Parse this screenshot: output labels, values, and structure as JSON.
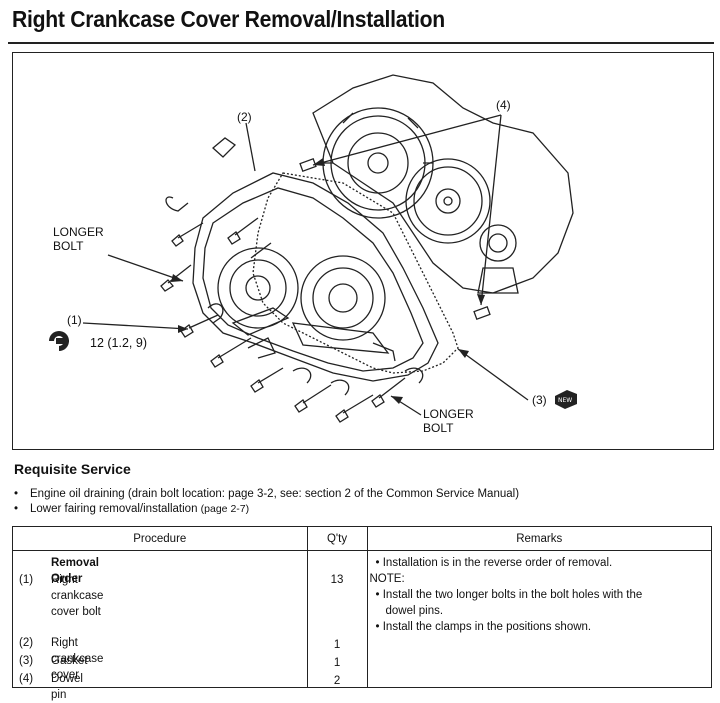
{
  "page": {
    "title": "Right Crankcase Cover Removal/Installation"
  },
  "diagram": {
    "callouts": {
      "label_2": "(2)",
      "label_4": "(4)",
      "label_1": "(1)",
      "longer_bolt_left": "LONGER\nBOLT",
      "longer_bolt_right": "LONGER\nBOLT",
      "torque": "12 (1.2, 9)",
      "label_3": "(3)",
      "new_icon_text": "NEW"
    },
    "icons": [
      "torque-wrench-icon",
      "new-part-icon"
    ]
  },
  "requisite": {
    "heading": "Requisite Service",
    "items": [
      "Engine oil draining (drain bolt location: page 3-2, see: section 2 of the Common Service Manual)",
      "Lower fairing removal/installation"
    ],
    "item2_ref": "(page 2-7)"
  },
  "table": {
    "headers": {
      "procedure": "Procedure",
      "qty": "Q'ty",
      "remarks": "Remarks"
    },
    "section": "Removal Order",
    "rows": [
      {
        "num": "(1)",
        "name": "Right crankcase cover bolt",
        "qty": "13"
      },
      {
        "num": "(2)",
        "name": "Right crankcase cover",
        "qty": "1"
      },
      {
        "num": "(3)",
        "name": "Gasket",
        "qty": "1"
      },
      {
        "num": "(4)",
        "name": "Dowel pin",
        "qty": "2"
      }
    ],
    "remarks": {
      "line1": "Installation is in the reverse order of removal.",
      "note": "NOTE:",
      "line2a": "Install the two longer bolts in the bolt holes with the",
      "line2b": "dowel pins.",
      "line3": "Install the clamps in the positions shown."
    }
  }
}
